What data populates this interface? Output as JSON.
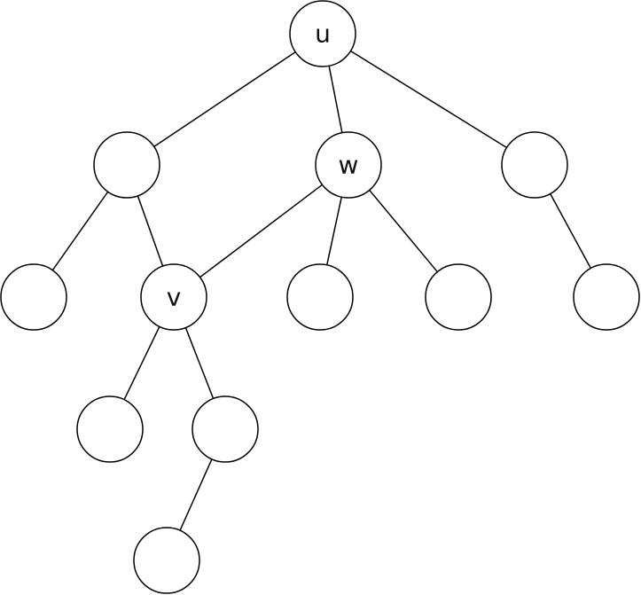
{
  "diagram": {
    "nodes": [
      {
        "id": "n0",
        "label": "u"
      },
      {
        "id": "n1",
        "label": ""
      },
      {
        "id": "n2",
        "label": "w"
      },
      {
        "id": "n3",
        "label": ""
      },
      {
        "id": "n4",
        "label": ""
      },
      {
        "id": "n5",
        "label": "v"
      },
      {
        "id": "n6",
        "label": ""
      },
      {
        "id": "n7",
        "label": ""
      },
      {
        "id": "n8",
        "label": ""
      },
      {
        "id": "n9",
        "label": ""
      },
      {
        "id": "n10",
        "label": ""
      },
      {
        "id": "n11",
        "label": ""
      }
    ],
    "edges": [
      {
        "from": "n0",
        "to": "n1"
      },
      {
        "from": "n0",
        "to": "n2"
      },
      {
        "from": "n0",
        "to": "n3"
      },
      {
        "from": "n1",
        "to": "n4"
      },
      {
        "from": "n1",
        "to": "n5"
      },
      {
        "from": "n2",
        "to": "n5"
      },
      {
        "from": "n2",
        "to": "n6"
      },
      {
        "from": "n2",
        "to": "n7"
      },
      {
        "from": "n3",
        "to": "n8"
      },
      {
        "from": "n5",
        "to": "n9"
      },
      {
        "from": "n5",
        "to": "n10"
      },
      {
        "from": "n10",
        "to": "n11"
      }
    ]
  }
}
